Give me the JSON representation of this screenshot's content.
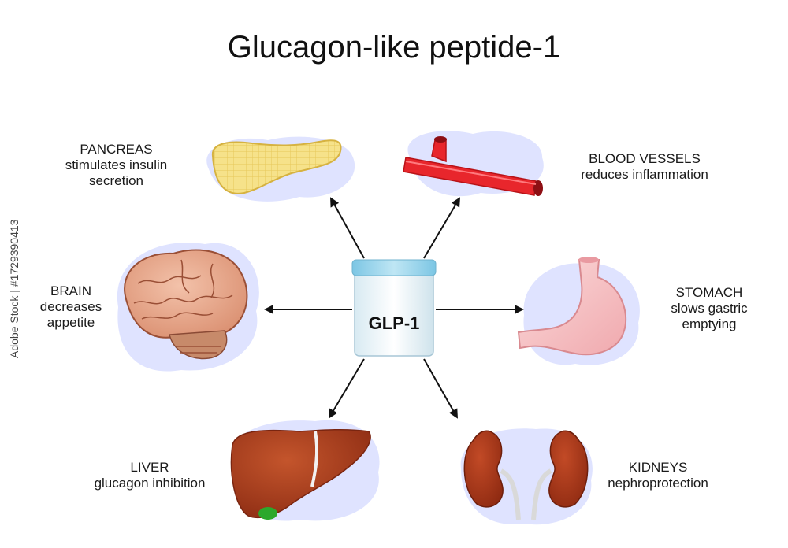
{
  "title": "Glucagon-like peptide-1",
  "center": {
    "label": "GLP-1"
  },
  "organs": {
    "pancreas": {
      "name": "PANCREAS",
      "effect_line1": "stimulates insulin",
      "effect_line2": "secretion"
    },
    "blood_vessels": {
      "name": "BLOOD VESSELS",
      "effect": "reduces inflammation"
    },
    "brain": {
      "name": "BRAIN",
      "effect_line1": "decreases",
      "effect_line2": "appetite"
    },
    "stomach": {
      "name": "STOMACH",
      "effect_line1": "slows gastric",
      "effect_line2": "emptying"
    },
    "liver": {
      "name": "LIVER",
      "effect": "glucagon inhibition"
    },
    "kidneys": {
      "name": "KIDNEYS",
      "effect": "nephroprotection"
    }
  },
  "watermark": "Adobe Stock | #1729390413",
  "colors": {
    "arrow": "#111111",
    "blob": "#dfe3ff",
    "jar_cap": "#a9dcef",
    "pancreas": "#f5df7a",
    "vessel": "#e8262c",
    "brain": "#e8a98d",
    "stomach": "#f6c0c4",
    "organ_brown": "#a83a1c"
  }
}
